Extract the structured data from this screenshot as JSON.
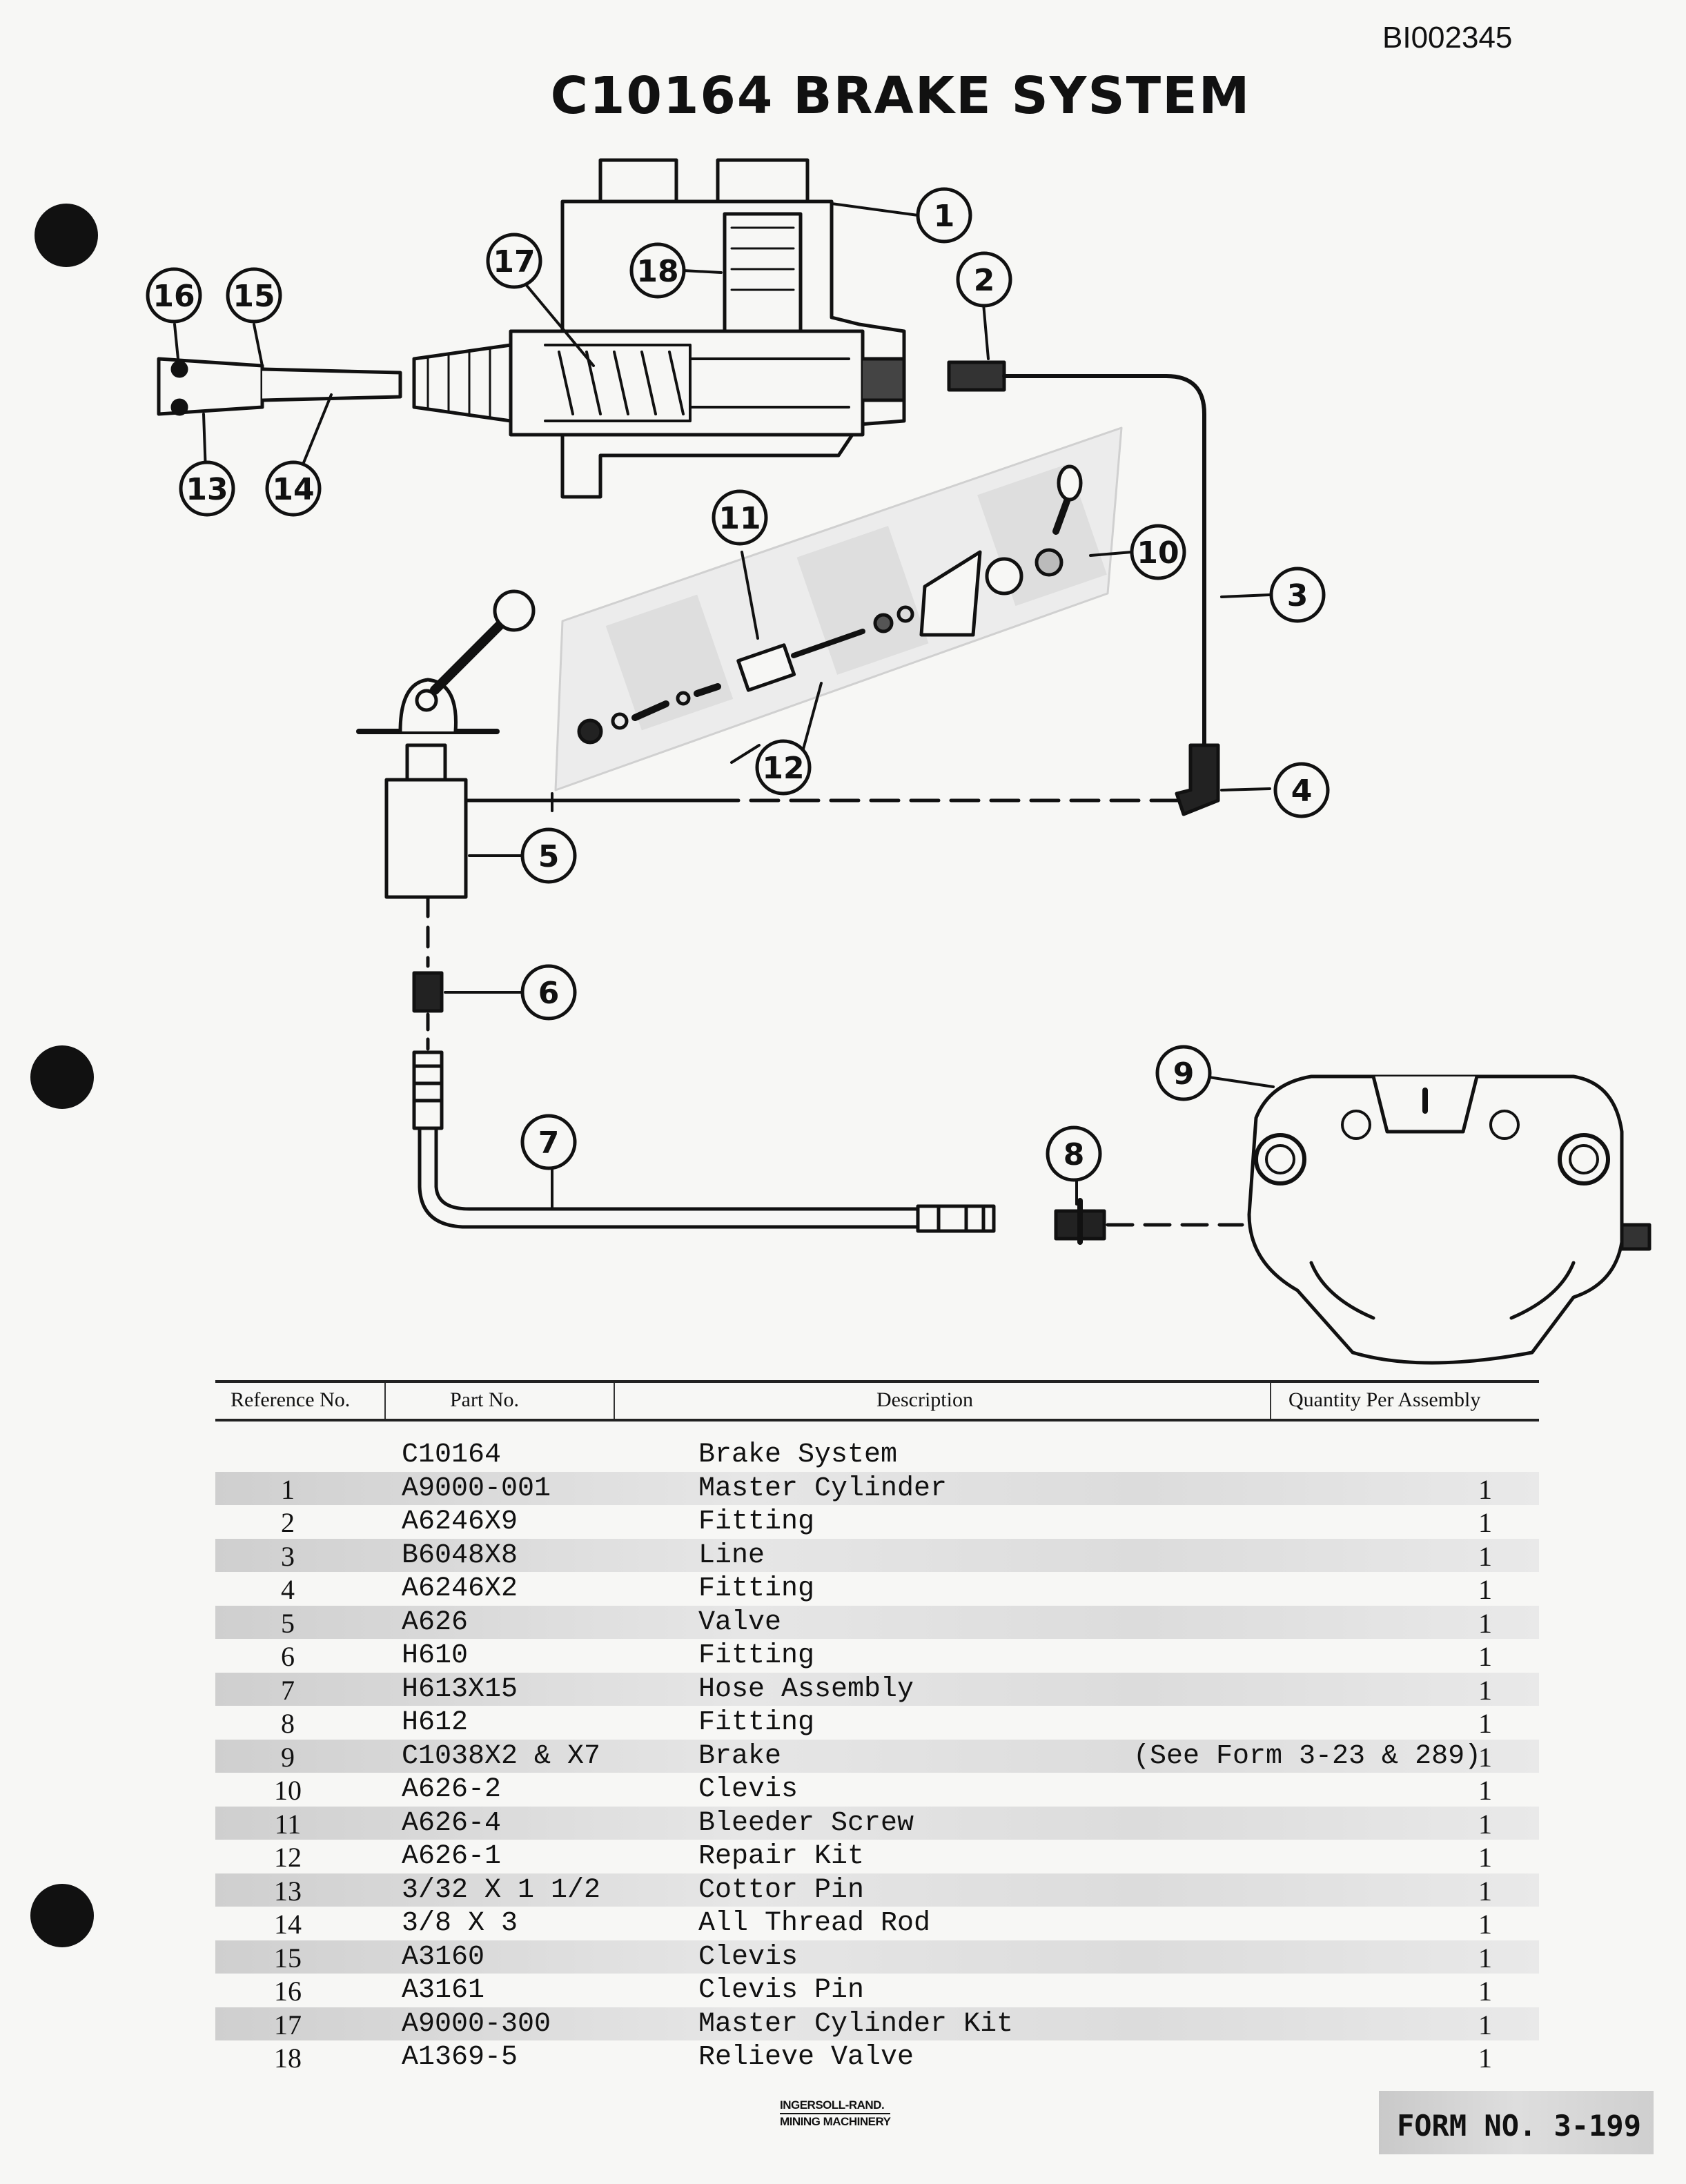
{
  "doc_id": "BI002345",
  "title": "C10164 BRAKE SYSTEM",
  "callouts": [
    "1",
    "2",
    "3",
    "4",
    "5",
    "6",
    "7",
    "8",
    "9",
    "10",
    "11",
    "12",
    "13",
    "14",
    "15",
    "16",
    "17",
    "18"
  ],
  "table": {
    "headers": [
      "Reference No.",
      "Part No.",
      "Description",
      "Quantity Per Assembly"
    ],
    "rows": [
      {
        "ref": "",
        "part": "C10164",
        "desc": "Brake System",
        "note": "",
        "qty": ""
      },
      {
        "ref": "1",
        "part": "A9000-001",
        "desc": "Master Cylinder",
        "note": "",
        "qty": "1"
      },
      {
        "ref": "2",
        "part": "A6246X9",
        "desc": "Fitting",
        "note": "",
        "qty": "1"
      },
      {
        "ref": "3",
        "part": "B6048X8",
        "desc": "Line",
        "note": "",
        "qty": "1"
      },
      {
        "ref": "4",
        "part": "A6246X2",
        "desc": "Fitting",
        "note": "",
        "qty": "1"
      },
      {
        "ref": "5",
        "part": "A626",
        "desc": "Valve",
        "note": "",
        "qty": "1"
      },
      {
        "ref": "6",
        "part": "H610",
        "desc": "Fitting",
        "note": "",
        "qty": "1"
      },
      {
        "ref": "7",
        "part": "H613X15",
        "desc": "Hose Assembly",
        "note": "",
        "qty": "1"
      },
      {
        "ref": "8",
        "part": "H612",
        "desc": "Fitting",
        "note": "",
        "qty": "1"
      },
      {
        "ref": "9",
        "part": "C1038X2 & X7",
        "desc": "Brake",
        "note": "(See Form 3-23 & 289)",
        "qty": "1"
      },
      {
        "ref": "10",
        "part": "A626-2",
        "desc": "Clevis",
        "note": "",
        "qty": "1"
      },
      {
        "ref": "11",
        "part": "A626-4",
        "desc": "Bleeder Screw",
        "note": "",
        "qty": "1"
      },
      {
        "ref": "12",
        "part": "A626-1",
        "desc": "Repair Kit",
        "note": "",
        "qty": "1"
      },
      {
        "ref": "13",
        "part": "3/32 X 1 1/2",
        "desc": "Cottor Pin",
        "note": "",
        "qty": "1"
      },
      {
        "ref": "14",
        "part": "3/8 X 3",
        "desc": "All Thread Rod",
        "note": "",
        "qty": "1"
      },
      {
        "ref": "15",
        "part": "A3160",
        "desc": "Clevis",
        "note": "",
        "qty": "1"
      },
      {
        "ref": "16",
        "part": "A3161",
        "desc": "Clevis Pin",
        "note": "",
        "qty": "1"
      },
      {
        "ref": "17",
        "part": "A9000-300",
        "desc": "Master Cylinder Kit",
        "note": "",
        "qty": "1"
      },
      {
        "ref": "18",
        "part": "A1369-5",
        "desc": "Relieve Valve",
        "note": "",
        "qty": "1"
      }
    ]
  },
  "logo": {
    "line1": "INGERSOLL-RAND.",
    "line2": "MINING MACHINERY"
  },
  "form_no": "FORM NO. 3-199"
}
